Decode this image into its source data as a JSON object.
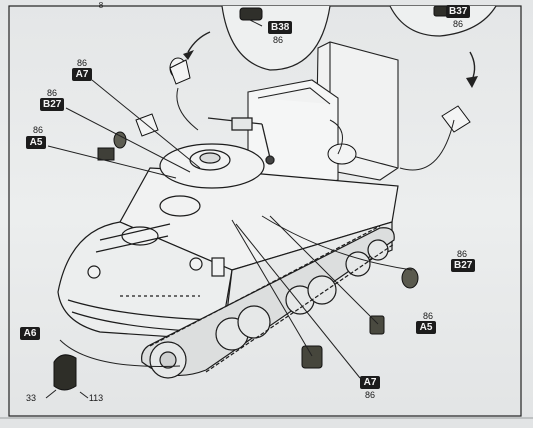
{
  "callouts": [
    {
      "id": "top-b38",
      "code": "B38",
      "sprue": "86"
    },
    {
      "id": "top-b37",
      "code": "B37",
      "sprue": "86"
    },
    {
      "id": "left-a7",
      "code": "A7",
      "sprue": "86"
    },
    {
      "id": "left-b27",
      "code": "B27",
      "sprue": "86"
    },
    {
      "id": "left-a5",
      "code": "A5",
      "sprue": "86"
    },
    {
      "id": "right-b27",
      "code": "B27",
      "sprue": "86"
    },
    {
      "id": "right-a5",
      "code": "A5",
      "sprue": "86"
    },
    {
      "id": "bottom-a7",
      "code": "A7",
      "sprue": "86"
    },
    {
      "id": "bottom-a6",
      "code": "A6"
    }
  ],
  "bottom_numbers": {
    "left": "33",
    "right": "113"
  },
  "top_fragment_number": "8",
  "colors": {
    "ink": "#1c1c1c",
    "paper": "#e8eaeb",
    "part": "#5a5a4e"
  }
}
